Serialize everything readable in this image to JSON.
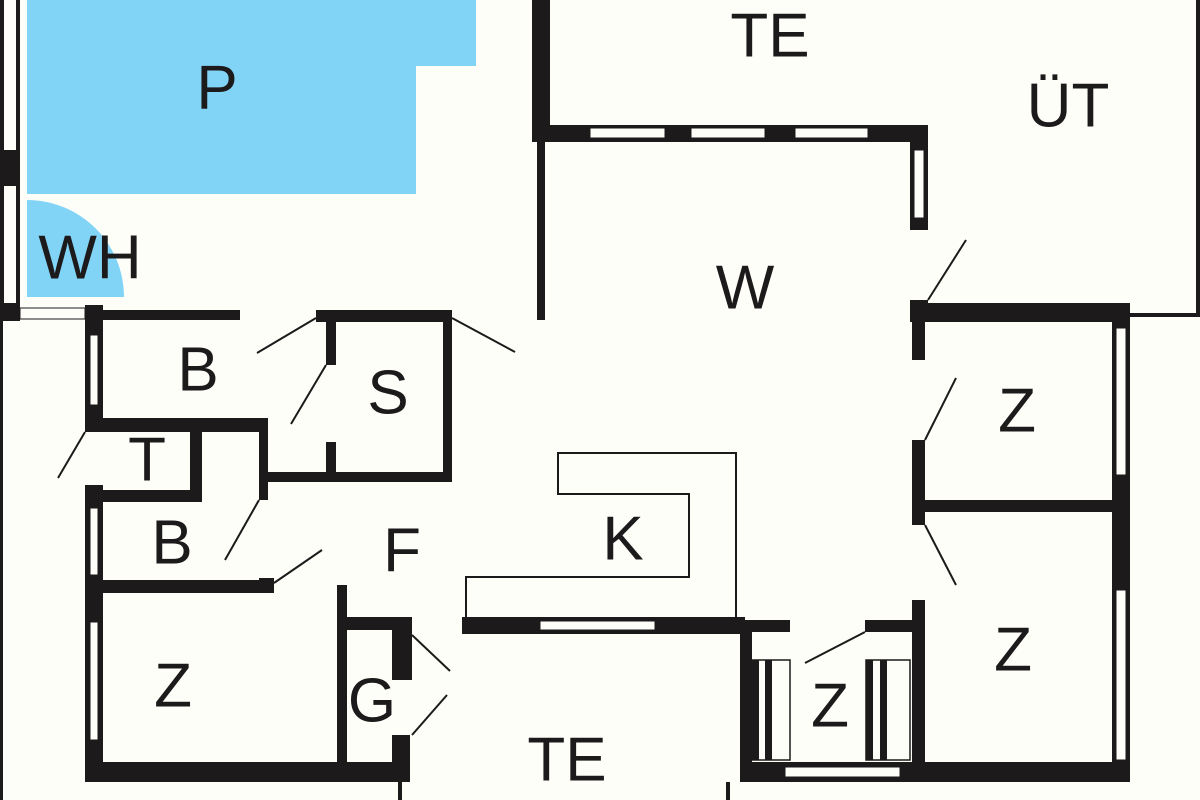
{
  "plan": {
    "colors": {
      "wall": "#1c1a1a",
      "pool": "#82d4f7",
      "background": "#fefef9"
    },
    "rooms": {
      "terrace_top": "TE",
      "covered_terrace": "ÜT",
      "pool": "P",
      "whirlpool": "WH",
      "living": "W",
      "bath_top": "B",
      "sauna": "S",
      "toilet": "T",
      "bath_lower": "B",
      "hall": "F",
      "kitchen": "K",
      "bedroom_right_top": "Z",
      "bedroom_right_bottom": "Z",
      "bedroom_bunk": "Z",
      "bedroom_left": "Z",
      "wardrobe": "G",
      "terrace_bottom": "TE"
    }
  }
}
